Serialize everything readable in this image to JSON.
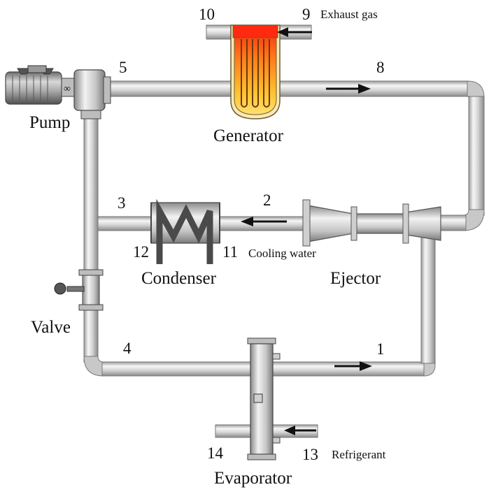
{
  "components": {
    "pump": "Pump",
    "generator": "Generator",
    "condenser": "Condenser",
    "ejector": "Ejector",
    "valve": "Valve",
    "evaporator": "Evaporator"
  },
  "streams": {
    "exhaust_gas": "Exhaust gas",
    "cooling_water": "Cooling water",
    "refrigerant": "Refrigerant"
  },
  "state_points": {
    "p1": "1",
    "p2": "2",
    "p3": "3",
    "p4": "4",
    "p5": "5",
    "p8": "8",
    "p9": "9",
    "p10": "10",
    "p11": "11",
    "p12": "12",
    "p13": "13",
    "p14": "14"
  },
  "colors": {
    "pipe_light": "#f4f4f4",
    "pipe_mid": "#c8c8c8",
    "pipe_dark": "#8c8c8c",
    "generator_hot": "#ff2a10",
    "generator_warm": "#ffd23a",
    "arrow": "#111111"
  }
}
